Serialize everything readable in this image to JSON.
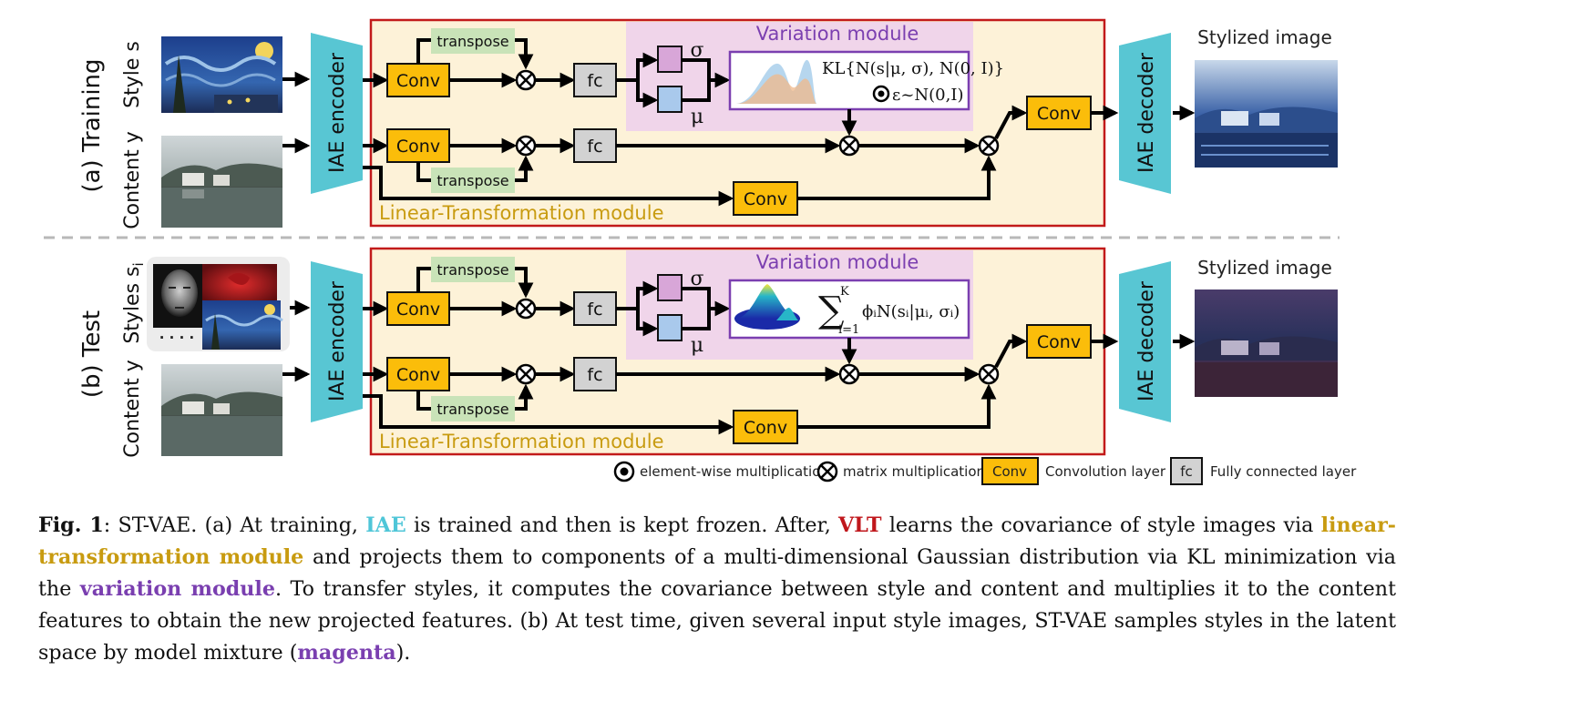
{
  "figure": {
    "row_training": {
      "title": "(a) Training",
      "style_label": "Style s",
      "content_label": "Content y",
      "encoder": "IAE encoder",
      "decoder": "IAE decoder",
      "output_title": "Stylized image",
      "transpose_label": "transpose",
      "conv_label": "Conv",
      "fc_label": "fc",
      "sigma": "σ",
      "mu": "μ",
      "variation_title": "Variation module",
      "lt_title": "Linear-Transformation module",
      "kl_text": "KL{N(s|μ, σ), N(0, I)}",
      "eps_text": "ε~N(0,I)"
    },
    "row_test": {
      "title": "(b) Test",
      "style_label": "Styles s",
      "style_subscript": "i",
      "content_label": "Content y",
      "encoder": "IAE encoder",
      "decoder": "IAE decoder",
      "output_title": "Stylized image",
      "transpose_label": "transpose",
      "conv_label": "Conv",
      "fc_label": "fc",
      "sigma": "σ",
      "mu": "μ",
      "variation_title": "Variation module",
      "lt_title": "Linear-Transformation module",
      "dots": "· · · ·",
      "sum_upper": "K",
      "sum_lower": "i=1",
      "mixture_text": "ϕᵢN(sᵢ|μᵢ, σᵢ)"
    },
    "legend": {
      "elementwise": "element-wise multiplication",
      "matrix": "matrix multiplication",
      "conv_box": "Conv",
      "conv": "Convolution layer",
      "fc_box": "fc",
      "fc": "Fully connected layer"
    },
    "colors": {
      "encoder": "#58c6d3",
      "conv": "#fbbd0a",
      "fc": "#d2d2d2",
      "transpose": "#c9e3b8",
      "lt_bg": "#fdf2d8",
      "lt_border": "#c21a1a",
      "variation_bg": "#f0d5ea",
      "variation_title": "#7b3fb0",
      "lt_title": "#c89b10",
      "sigma_box": "#d8a6d8",
      "mu_box": "#a9c9ec"
    }
  },
  "caption": {
    "label": "Fig. 1",
    "p1": ": ST-VAE. (a) At training, ",
    "iae": "IAE",
    "p2": " is trained and then is kept frozen. After, ",
    "vlt": "VLT",
    "p3": " learns the covariance of style images via ",
    "lt": "linear-transformation module",
    "p4": " and projects them to components of a multi-dimensional Gaussian distribution via KL minimization via the ",
    "var": "variation module",
    "p5": ". To transfer styles, it computes the covariance between style and content and multiplies it to the content features to obtain the new projected features. (b) At test time, given several input style images, ST-VAE samples styles in the latent space by model mixture (",
    "magenta": "magenta",
    "p6": ")."
  }
}
